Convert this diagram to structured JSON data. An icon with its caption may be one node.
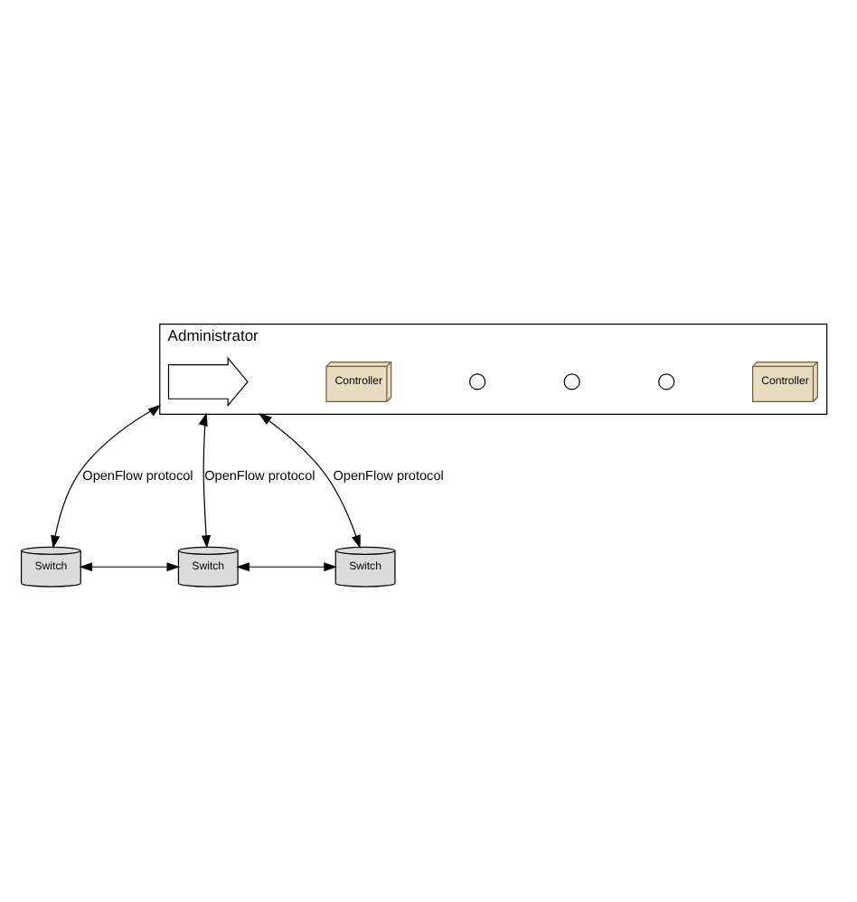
{
  "diagram": {
    "nodes": [
      {
        "text": [
          "Administrator"
        ]
      },
      {
        "text": [],
        "shape": "arrow",
        "in": 0
      },
      {
        "text": [
          "Controller"
        ],
        "in": 0
      },
      {
        "text": [],
        "shape": "circle",
        "in": 0
      },
      {
        "text": [],
        "shape": "circle",
        "in": 0
      },
      {
        "text": [],
        "shape": "circle",
        "in": 0
      },
      {
        "text": [
          "Controller"
        ],
        "in": 0
      },
      {
        "text": [
          "Switch"
        ]
      },
      {
        "text": [
          "Switch"
        ]
      },
      {
        "text": [
          "Switch"
        ]
      }
    ],
    "edges": [
      {
        "from": 0,
        "to": 7,
        "arrow": "both",
        "label": "OpenFlow protocol"
      },
      {
        "from": 0,
        "to": 8,
        "arrow": "both",
        "label": "OpenFlow protocol"
      },
      {
        "from": 0,
        "to": 9,
        "arrow": "both",
        "label": "OpenFlow protocol"
      },
      {
        "from": 7,
        "to": 8,
        "arrow": "both"
      },
      {
        "from": 8,
        "to": 9,
        "arrow": "both"
      }
    ]
  }
}
